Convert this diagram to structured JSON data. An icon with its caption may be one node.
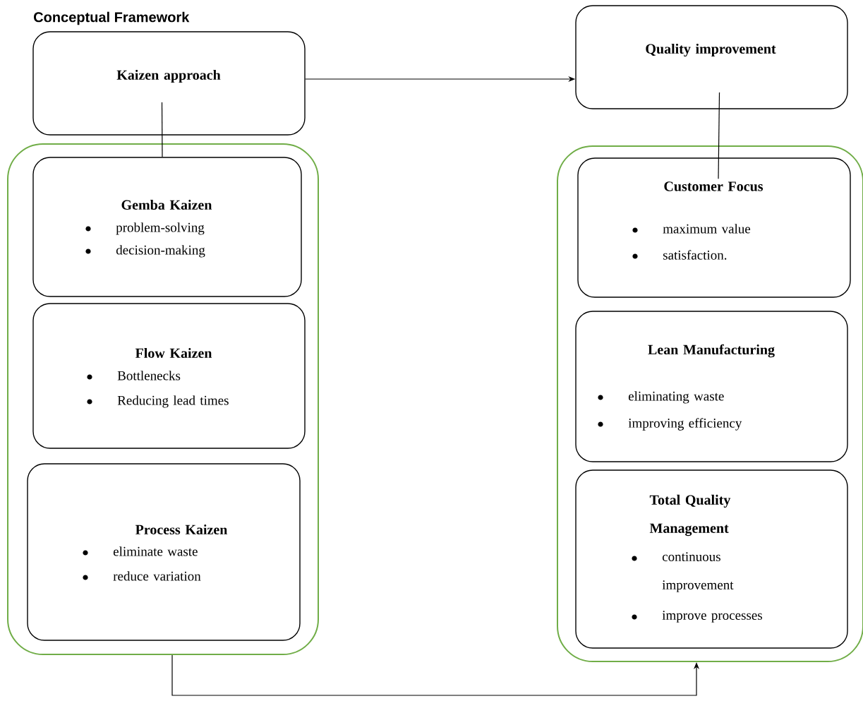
{
  "diagram": {
    "title": "Conceptual Framework",
    "nodes": [
      {
        "text": [
          "Kaizen approach"
        ]
      },
      {
        "text": [
          "Quality improvement"
        ]
      },
      {
        "text": [],
        "shape": "box"
      },
      {
        "text": [
          "Gemba Kaizen",
          "problem-solving",
          "decision-making"
        ],
        "in": 2
      },
      {
        "text": [
          "Flow Kaizen",
          "Bottlenecks",
          "Reducing lead times"
        ],
        "in": 2
      },
      {
        "text": [
          "Process Kaizen",
          "eliminate waste",
          "reduce variation"
        ],
        "in": 2
      },
      {
        "text": [],
        "shape": "box"
      },
      {
        "text": [
          "Customer Focus",
          "maximum value",
          "satisfaction."
        ],
        "in": 6
      },
      {
        "text": [
          "Lean Manufacturing",
          "eliminating waste",
          "improving efficiency"
        ],
        "in": 6
      },
      {
        "text": [
          "Total Quality Management",
          "continuous improvement",
          "improve processes"
        ],
        "in": 6
      }
    ],
    "edges": [
      {
        "from": 0,
        "to": 1,
        "arrow": "to"
      },
      {
        "from": 0,
        "to": 3,
        "arrow": "none"
      },
      {
        "from": 1,
        "to": 7,
        "arrow": "none"
      },
      {
        "from": 2,
        "to": 6,
        "arrow": "to"
      }
    ]
  }
}
